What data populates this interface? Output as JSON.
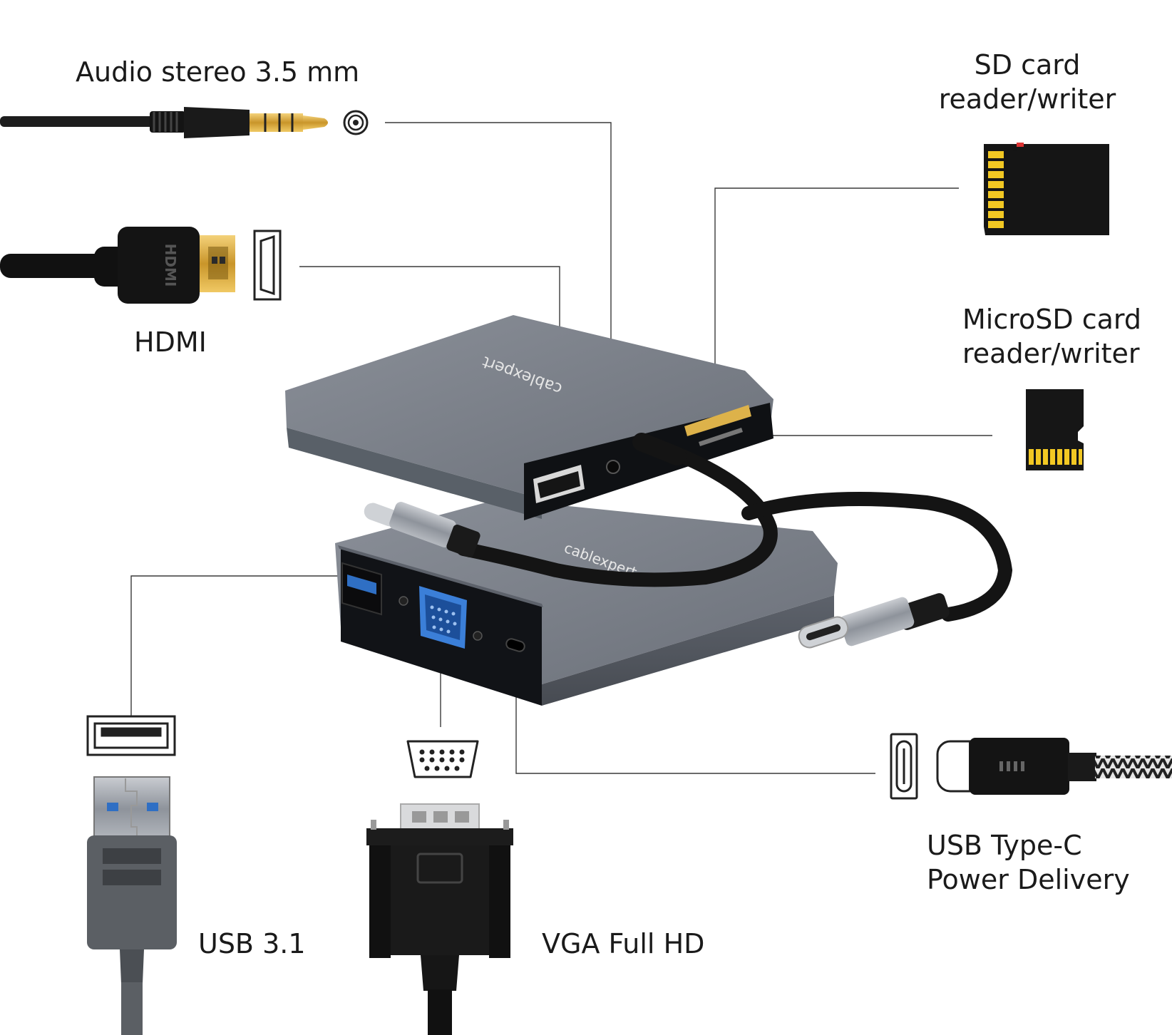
{
  "labels": {
    "audio": "Audio stereo 3.5 mm",
    "hdmi": "HDMI",
    "sd": [
      "SD card",
      "reader/writer"
    ],
    "microsd": [
      "MicroSD card",
      "reader/writer"
    ],
    "usb": "USB 3.1",
    "vga": "VGA Full HD",
    "usbc": [
      "USB Type-C",
      "Power Delivery"
    ]
  },
  "brand": "cablexpert",
  "hdmi_plug_text": "HDMI",
  "colors": {
    "hub_body": "#6a6f78",
    "hub_top": "#7d828b",
    "port_face": "#1a1c20",
    "gold": "#e2b23a",
    "usb_blue": "#2f6fc4",
    "vga_blue": "#3b7fd8",
    "cable": "#1c1c1c",
    "line": "#333333"
  },
  "icons": [
    "audio-jack-icon",
    "hdmi-port-icon",
    "usb-a-port-icon",
    "vga-port-icon",
    "usb-c-port-icon"
  ]
}
